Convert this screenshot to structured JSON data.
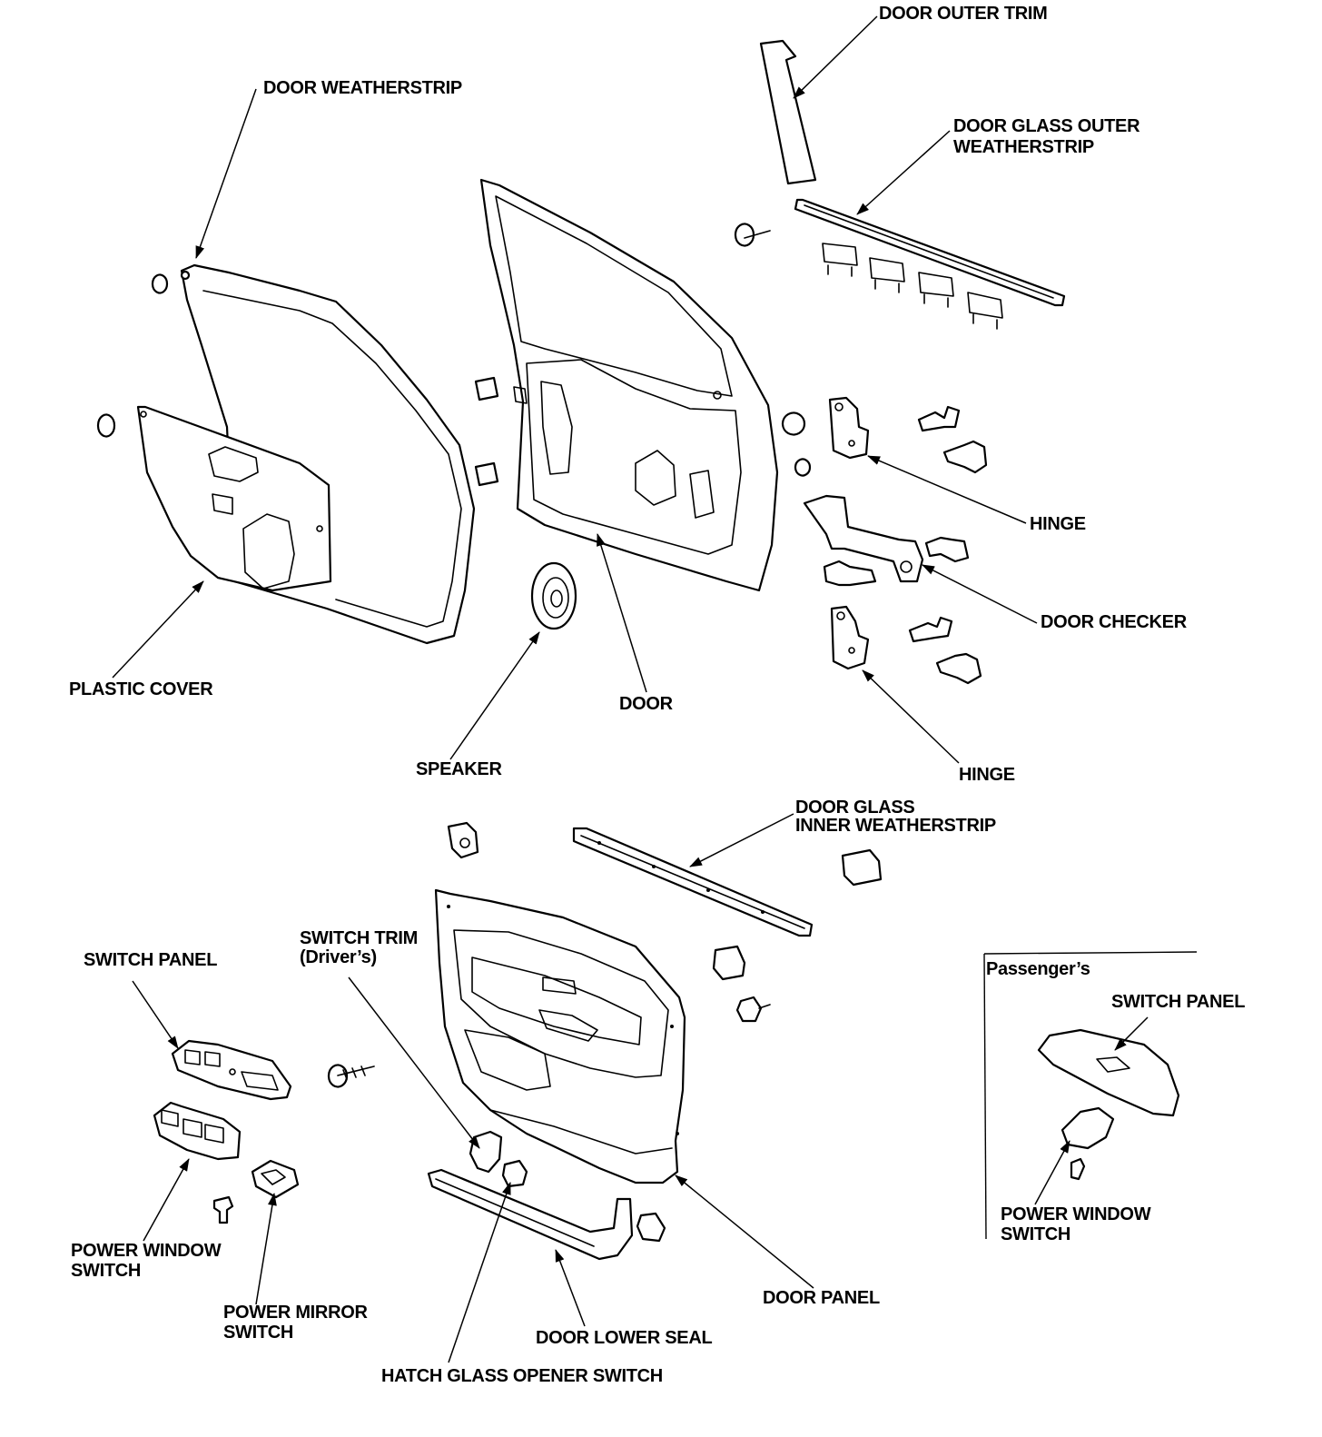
{
  "labels": {
    "door_outer_trim": "DOOR OUTER TRIM",
    "door_weatherstrip": "DOOR WEATHERSTRIP",
    "door_glass_outer_weatherstrip_l1": "DOOR GLASS OUTER",
    "door_glass_outer_weatherstrip_l2": "WEATHERSTRIP",
    "hinge_upper": "HINGE",
    "door_checker": "DOOR CHECKER",
    "plastic_cover": "PLASTIC COVER",
    "door": "DOOR",
    "speaker": "SPEAKER",
    "hinge_lower": "HINGE",
    "door_glass_inner_weatherstrip_l1": "DOOR GLASS",
    "door_glass_inner_weatherstrip_l2": "INNER WEATHERSTRIP",
    "switch_trim_l1": "SWITCH TRIM",
    "switch_trim_l2": "(Driver’s)",
    "switch_panel": "SWITCH PANEL",
    "passengers": "Passenger’s",
    "switch_panel_passenger": "SWITCH PANEL",
    "power_window_switch_l1": "POWER WINDOW",
    "power_window_switch_l2": "SWITCH",
    "power_window_switch_passenger_l1": "POWER WINDOW",
    "power_window_switch_passenger_l2": "SWITCH",
    "power_mirror_switch_l1": "POWER MIRROR",
    "power_mirror_switch_l2": "SWITCH",
    "door_panel": "DOOR PANEL",
    "door_lower_seal": "DOOR LOWER SEAL",
    "hatch_glass_opener_switch": "HATCH GLASS OPENER SWITCH"
  }
}
